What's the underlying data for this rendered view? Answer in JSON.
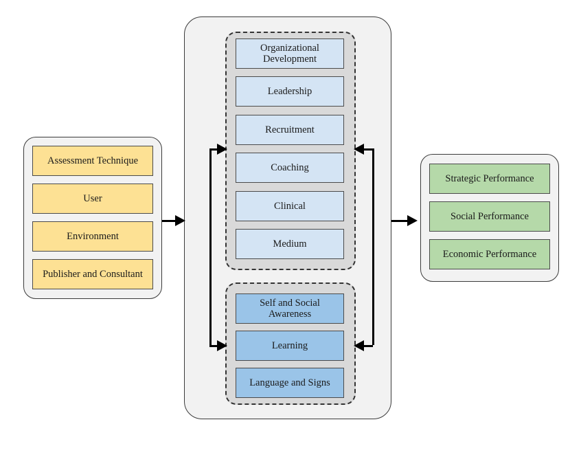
{
  "diagram": {
    "type": "block-flow-diagram",
    "colors": {
      "input_fill": "#fde194",
      "competence_fill": "#d4e4f4",
      "capability_fill": "#9ac4e8",
      "output_fill": "#b5d9a9",
      "panel_fill": "#f2f2f2",
      "group_fill": "#d9d9d9",
      "line": "#000000"
    }
  },
  "input_panel": {
    "name": "input-factors",
    "items": [
      {
        "label": "Assessment Technique"
      },
      {
        "label": "User"
      },
      {
        "label": "Environment"
      },
      {
        "label": "Publisher and Consultant"
      }
    ]
  },
  "process_panel": {
    "name": "process",
    "competence_group": {
      "name": "competence-domains",
      "items": [
        {
          "label": "Organizational Development"
        },
        {
          "label": "Leadership"
        },
        {
          "label": "Recruitment"
        },
        {
          "label": "Coaching"
        },
        {
          "label": "Clinical"
        },
        {
          "label": "Medium"
        }
      ]
    },
    "capability_group": {
      "name": "capability-domains",
      "items": [
        {
          "label": "Self and Social Awareness"
        },
        {
          "label": "Learning"
        },
        {
          "label": "Language and Signs"
        }
      ]
    }
  },
  "output_panel": {
    "name": "performance-outcomes",
    "items": [
      {
        "label": "Strategic Performance"
      },
      {
        "label": "Social Performance"
      },
      {
        "label": "Economic Performance"
      }
    ]
  },
  "connectors": [
    {
      "name": "input-to-process-arrow",
      "direction": "right"
    },
    {
      "name": "process-to-output-arrow",
      "direction": "right"
    },
    {
      "name": "left-feedback-loop",
      "direction": "bidirectional-vertical"
    },
    {
      "name": "right-feedback-loop",
      "direction": "bidirectional-vertical"
    }
  ]
}
